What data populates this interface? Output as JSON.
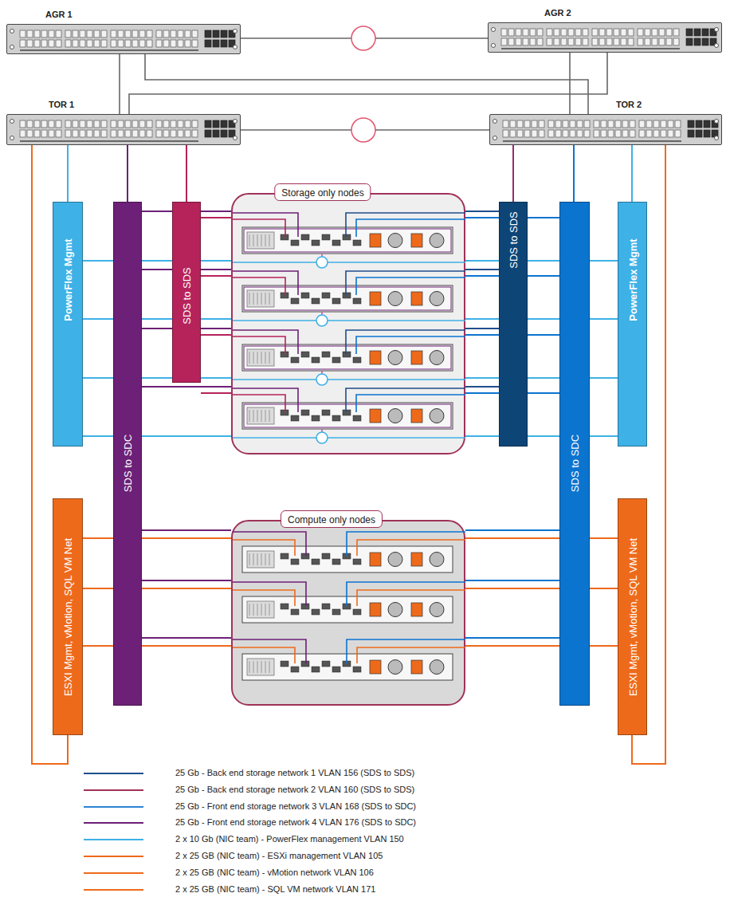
{
  "diagram": {
    "nodes": [
      {
        "text": [
          "AGR 1"
        ]
      },
      {
        "text": [
          "AGR 2"
        ]
      },
      {
        "text": [
          "TOR 1"
        ]
      },
      {
        "text": [
          "TOR 2"
        ]
      },
      {
        "text": [
          "PowerFlex Mgmt"
        ]
      },
      {
        "text": [
          "SDS to SDC"
        ]
      },
      {
        "text": [
          "SDS to SDS"
        ]
      },
      {
        "text": [
          "Storage only nodes"
        ]
      },
      {
        "text": [
          "SDS to SDS"
        ]
      },
      {
        "text": [
          "SDS to SDC"
        ]
      },
      {
        "text": [
          "PowerFlex Mgmt"
        ]
      },
      {
        "text": [
          "ESXI Mgmt, vMotion, SQL VM Net"
        ]
      },
      {
        "text": [
          "Compute only nodes"
        ]
      },
      {
        "text": [
          "ESXI Mgmt, vMotion, SQL VM Net"
        ]
      }
    ],
    "edges": [
      {
        "from": 0,
        "to": 1,
        "arrow": "none"
      },
      {
        "from": 2,
        "to": 3,
        "arrow": "none"
      },
      {
        "from": 0,
        "to": 2,
        "arrow": "none"
      },
      {
        "from": 0,
        "to": 3,
        "arrow": "none"
      },
      {
        "from": 1,
        "to": 2,
        "arrow": "none"
      },
      {
        "from": 1,
        "to": 3,
        "arrow": "none"
      },
      {
        "from": 2,
        "to": 4,
        "arrow": "none"
      },
      {
        "from": 2,
        "to": 5,
        "arrow": "none"
      },
      {
        "from": 2,
        "to": 6,
        "arrow": "none"
      },
      {
        "from": 2,
        "to": 11,
        "arrow": "none"
      },
      {
        "from": 3,
        "to": 8,
        "arrow": "none"
      },
      {
        "from": 3,
        "to": 9,
        "arrow": "none"
      },
      {
        "from": 3,
        "to": 10,
        "arrow": "none"
      },
      {
        "from": 3,
        "to": 13,
        "arrow": "none"
      },
      {
        "from": 4,
        "to": 7,
        "arrow": "none"
      },
      {
        "from": 5,
        "to": 7,
        "arrow": "none"
      },
      {
        "from": 6,
        "to": 7,
        "arrow": "none"
      },
      {
        "from": 8,
        "to": 7,
        "arrow": "none"
      },
      {
        "from": 9,
        "to": 7,
        "arrow": "none"
      },
      {
        "from": 10,
        "to": 7,
        "arrow": "none"
      },
      {
        "from": 4,
        "to": 7,
        "arrow": "none"
      },
      {
        "from": 5,
        "to": 7,
        "arrow": "none"
      },
      {
        "from": 6,
        "to": 7,
        "arrow": "none"
      },
      {
        "from": 8,
        "to": 7,
        "arrow": "none"
      },
      {
        "from": 9,
        "to": 7,
        "arrow": "none"
      },
      {
        "from": 10,
        "to": 7,
        "arrow": "none"
      },
      {
        "from": 4,
        "to": 7,
        "arrow": "none"
      },
      {
        "from": 5,
        "to": 7,
        "arrow": "none"
      },
      {
        "from": 6,
        "to": 7,
        "arrow": "none"
      },
      {
        "from": 8,
        "to": 7,
        "arrow": "none"
      },
      {
        "from": 9,
        "to": 7,
        "arrow": "none"
      },
      {
        "from": 10,
        "to": 7,
        "arrow": "none"
      },
      {
        "from": 4,
        "to": 7,
        "arrow": "none"
      },
      {
        "from": 5,
        "to": 7,
        "arrow": "none"
      },
      {
        "from": 6,
        "to": 7,
        "arrow": "none"
      },
      {
        "from": 8,
        "to": 7,
        "arrow": "none"
      },
      {
        "from": 9,
        "to": 7,
        "arrow": "none"
      },
      {
        "from": 10,
        "to": 7,
        "arrow": "none"
      },
      {
        "from": 5,
        "to": 12,
        "arrow": "none"
      },
      {
        "from": 11,
        "to": 12,
        "arrow": "none"
      },
      {
        "from": 9,
        "to": 12,
        "arrow": "none"
      },
      {
        "from": 13,
        "to": 12,
        "arrow": "none"
      },
      {
        "from": 5,
        "to": 12,
        "arrow": "none"
      },
      {
        "from": 11,
        "to": 12,
        "arrow": "none"
      },
      {
        "from": 9,
        "to": 12,
        "arrow": "none"
      },
      {
        "from": 13,
        "to": 12,
        "arrow": "none"
      },
      {
        "from": 5,
        "to": 12,
        "arrow": "none"
      },
      {
        "from": 11,
        "to": 12,
        "arrow": "none"
      },
      {
        "from": 9,
        "to": 12,
        "arrow": "none"
      },
      {
        "from": 13,
        "to": 12,
        "arrow": "none"
      }
    ],
    "legend": [
      {
        "text": "25 Gb - Back end storage network 1 VLAN 156 (SDS to SDS)"
      },
      {
        "text": "25 Gb - Back end storage network 2 VLAN 160 (SDS to SDS)"
      },
      {
        "text": "25 Gb - Front end storage network 3 VLAN 168 (SDS to SDC)"
      },
      {
        "text": "25 Gb - Front end storage network 4 VLAN 176 (SDS to SDC)"
      },
      {
        "text": "2 x 10 Gb (NIC team) - PowerFlex management VLAN 150"
      },
      {
        "text": "2 x 25 GB (NIC team) - ESXi management VLAN 105"
      },
      {
        "text": "2 x 25 GB (NIC team) - vMotion network VLAN 106"
      },
      {
        "text": "2 x 25 GB (NIC team) - SQL VM network VLAN 171"
      }
    ]
  }
}
